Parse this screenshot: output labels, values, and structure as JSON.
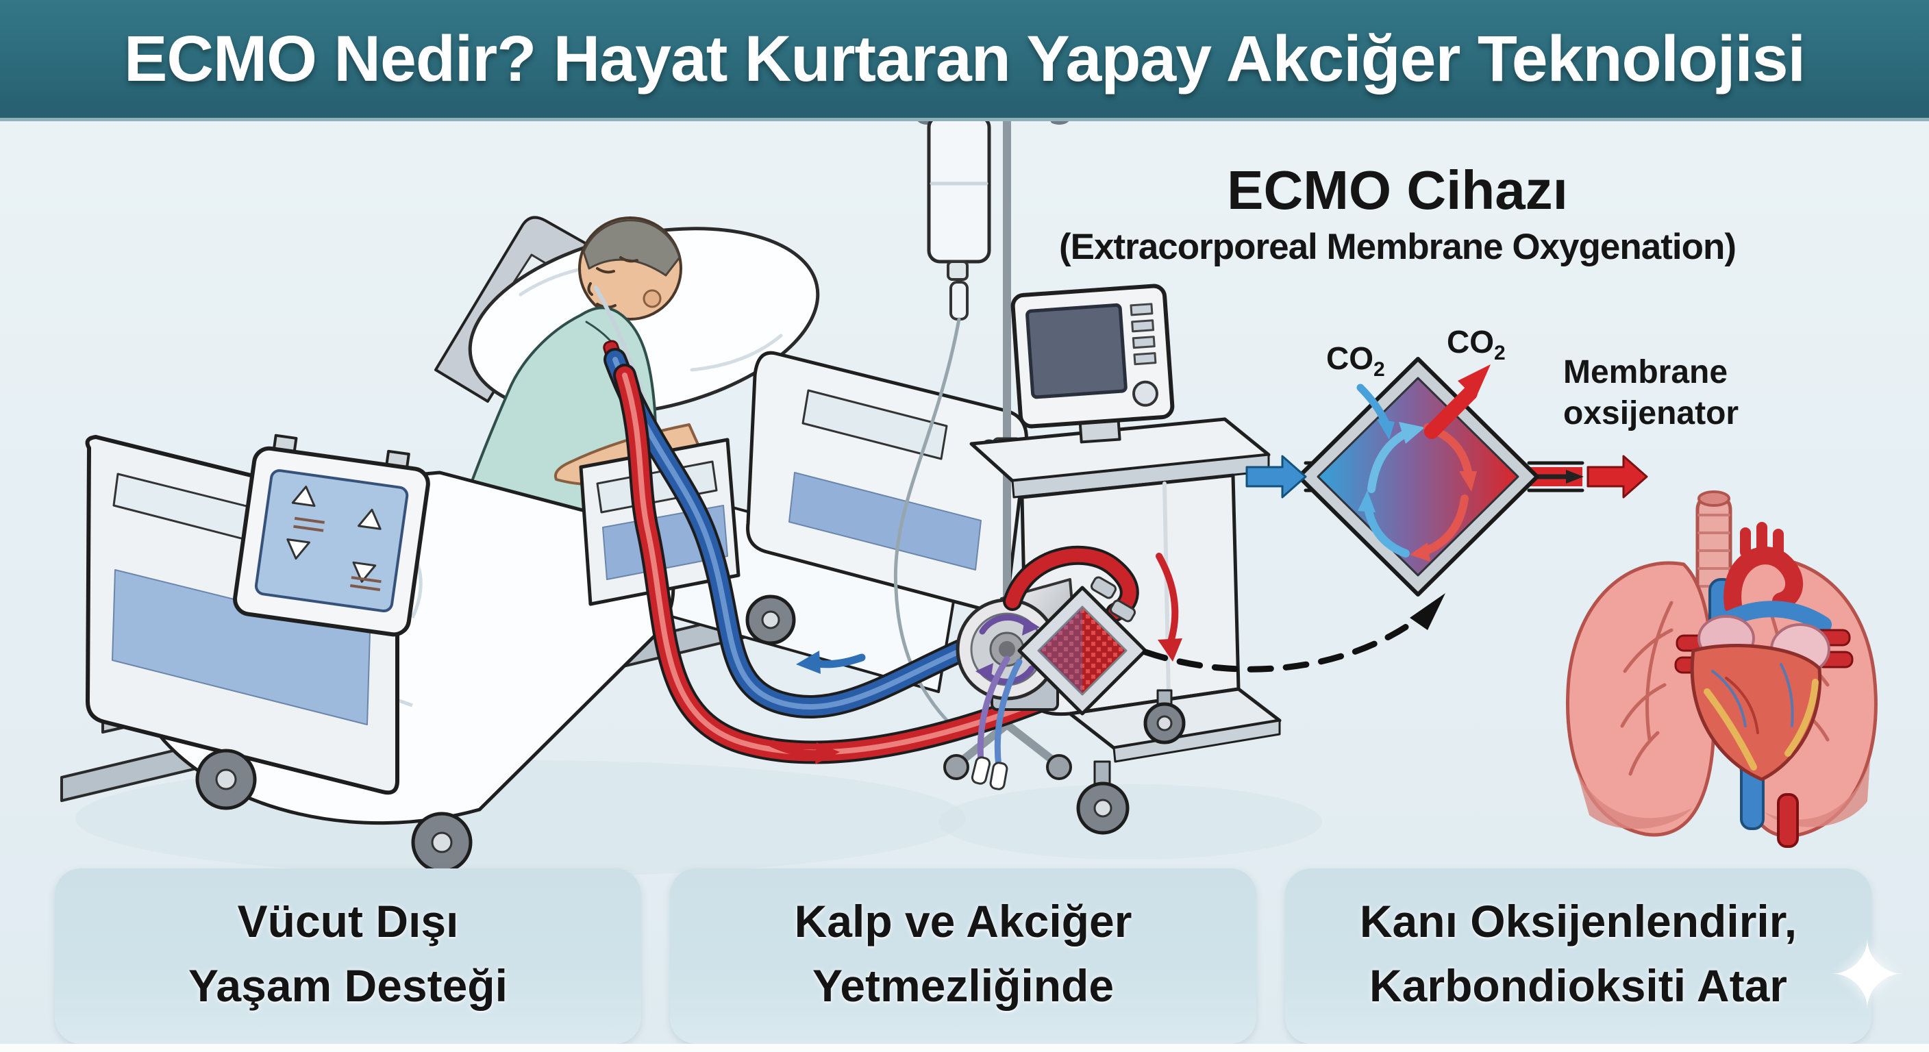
{
  "header": {
    "title": "ECMO Nedir? Hayat Kurtaran Yapay Akciğer Teknolojisi"
  },
  "device_label": {
    "title": "ECMO Cihazı",
    "subtitle": "(Extracorporeal Membrane Oxygenation)"
  },
  "oxygenator_diagram": {
    "co2_in": {
      "base": "CO",
      "sub": "2"
    },
    "co2_out": {
      "base": "CO",
      "sub": "2"
    },
    "membrane_label": {
      "line1": "Membrane",
      "line2": "oxsijenator"
    }
  },
  "info_cards": [
    {
      "line1": "Vücut Dışı",
      "line2": "Yaşam Desteği"
    },
    {
      "line1": "Kalp ve Akciğer",
      "line2": "Yetmezliğinde"
    },
    {
      "line1": "Kanı Oksijenlendirir,",
      "line2": "Karbondioksiti Atar"
    }
  ],
  "icons": {
    "sparkle": "✦"
  },
  "colors": {
    "header_bg": "#2d6d7d",
    "canvas_bg": "#e7f0f4",
    "card_bg": "#cfe2e9",
    "title_text": "#ffffff",
    "label_text": "#151515",
    "venous_blue": "#2a5da8",
    "arterial_red": "#c8242a"
  }
}
